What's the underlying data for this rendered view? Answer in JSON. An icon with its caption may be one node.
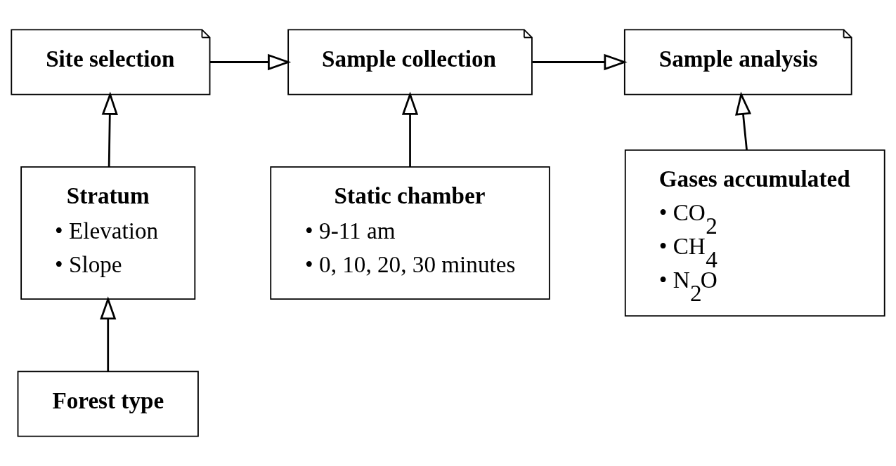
{
  "diagram": {
    "nodes": [
      {
        "text": [
          "Site selection"
        ]
      },
      {
        "text": [
          "Sample collection"
        ]
      },
      {
        "text": [
          "Sample analysis"
        ]
      },
      {
        "text": [
          "Stratum",
          "• Elevation",
          "• Slope"
        ]
      },
      {
        "text": [
          "Static chamber",
          "• 9-11 am",
          "• 0, 10, 20, 30 minutes"
        ]
      },
      {
        "text": [
          "Gases accumulated",
          "• CO$_{2}$",
          "• CH$_{4}$",
          "• N$_{2}$O"
        ]
      },
      {
        "text": [
          "Forest type"
        ]
      }
    ],
    "edges": [
      {
        "from": 0,
        "to": 1,
        "arrow": "to"
      },
      {
        "from": 1,
        "to": 2,
        "arrow": "to"
      },
      {
        "from": 3,
        "to": 0,
        "arrow": "to"
      },
      {
        "from": 4,
        "to": 1,
        "arrow": "to"
      },
      {
        "from": 5,
        "to": 2,
        "arrow": "to"
      },
      {
        "from": 6,
        "to": 3,
        "arrow": "to"
      }
    ]
  }
}
